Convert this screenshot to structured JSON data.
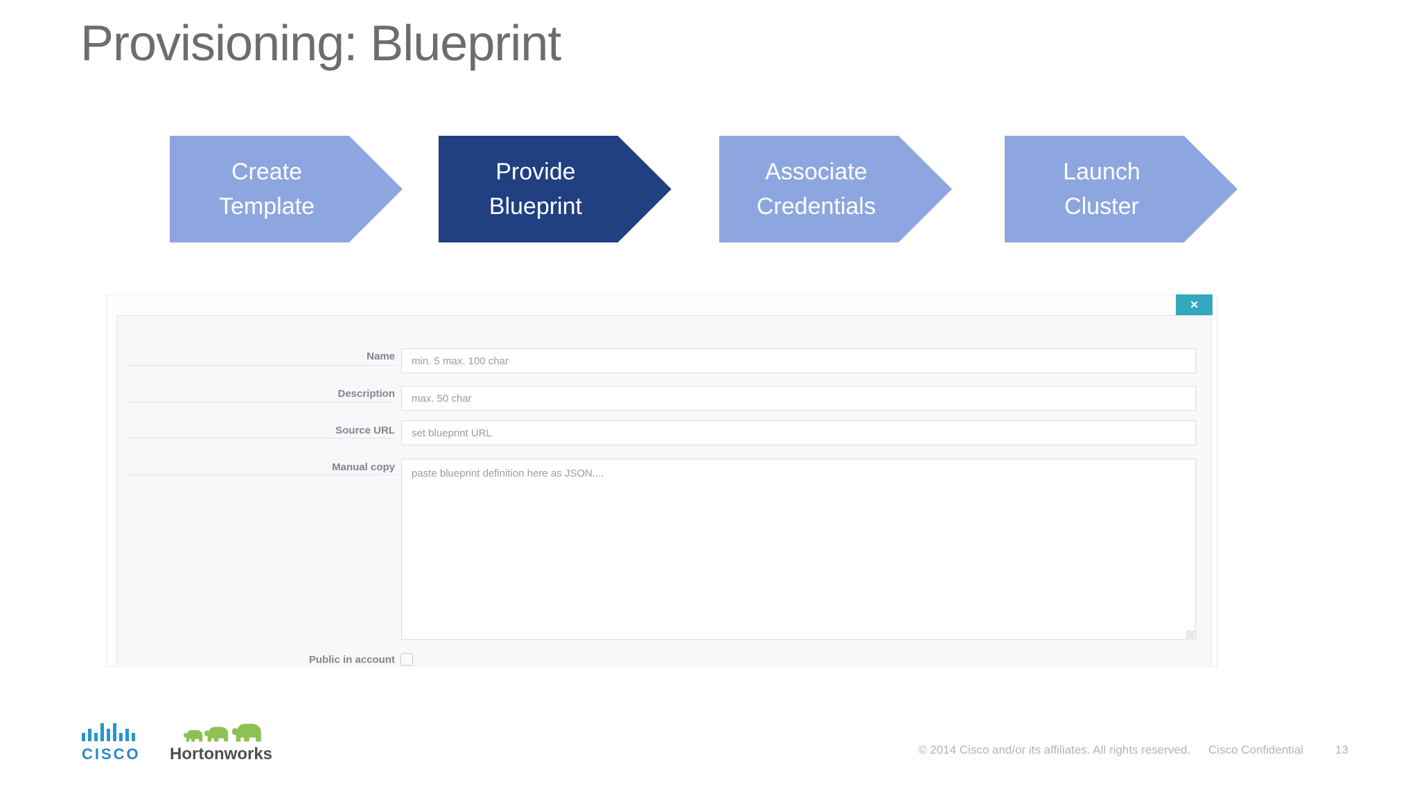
{
  "slide": {
    "title": "Provisioning: Blueprint",
    "footer": {
      "copyright": "© 2014  Cisco and/or its affiliates. All rights reserved.",
      "confidential": "Cisco Confidential",
      "page_number": "13"
    },
    "logos": {
      "cisco_text": "CISCO",
      "hortonworks_text": "Hortonworks",
      "cisco_blue": "#2496d3",
      "hortonworks_green": "#8fc054"
    }
  },
  "process_flow": {
    "steps": [
      {
        "line1": "Create",
        "line2": "Template",
        "active": false
      },
      {
        "line1": "Provide",
        "line2": "Blueprint",
        "active": true
      },
      {
        "line1": "Associate",
        "line2": "Credentials",
        "active": false
      },
      {
        "line1": "Launch",
        "line2": "Cluster",
        "active": false
      }
    ],
    "colors": {
      "inactive": "#8da6df",
      "active": "#204082",
      "text": "#ffffff"
    }
  },
  "form": {
    "close_icon": "✕",
    "fields": [
      {
        "label": "Name",
        "placeholder": "min. 5 max. 100 char",
        "type": "input"
      },
      {
        "label": "Description",
        "placeholder": "max. 50 char",
        "type": "input"
      },
      {
        "label": "Source URL",
        "placeholder": "set blueprint URL",
        "type": "input"
      },
      {
        "label": "Manual copy",
        "placeholder": "paste blueprint definition here as JSON....",
        "type": "textarea"
      },
      {
        "label": "Public in account",
        "type": "checkbox",
        "checked": false
      }
    ],
    "colors": {
      "close_button": "#35a8bd"
    }
  }
}
